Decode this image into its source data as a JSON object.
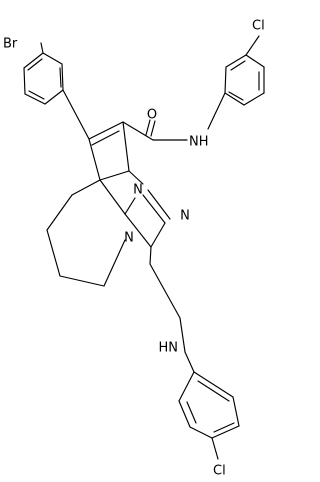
{
  "molecule": {
    "atoms": {
      "br": "Br",
      "cl_top": "Cl",
      "o": "O",
      "nh_amide": "NH",
      "n_pyrrole": "N",
      "n_triazole": "N",
      "n_bridge": "N",
      "nh_amine": "HN",
      "cl_bottom": "Cl"
    }
  }
}
